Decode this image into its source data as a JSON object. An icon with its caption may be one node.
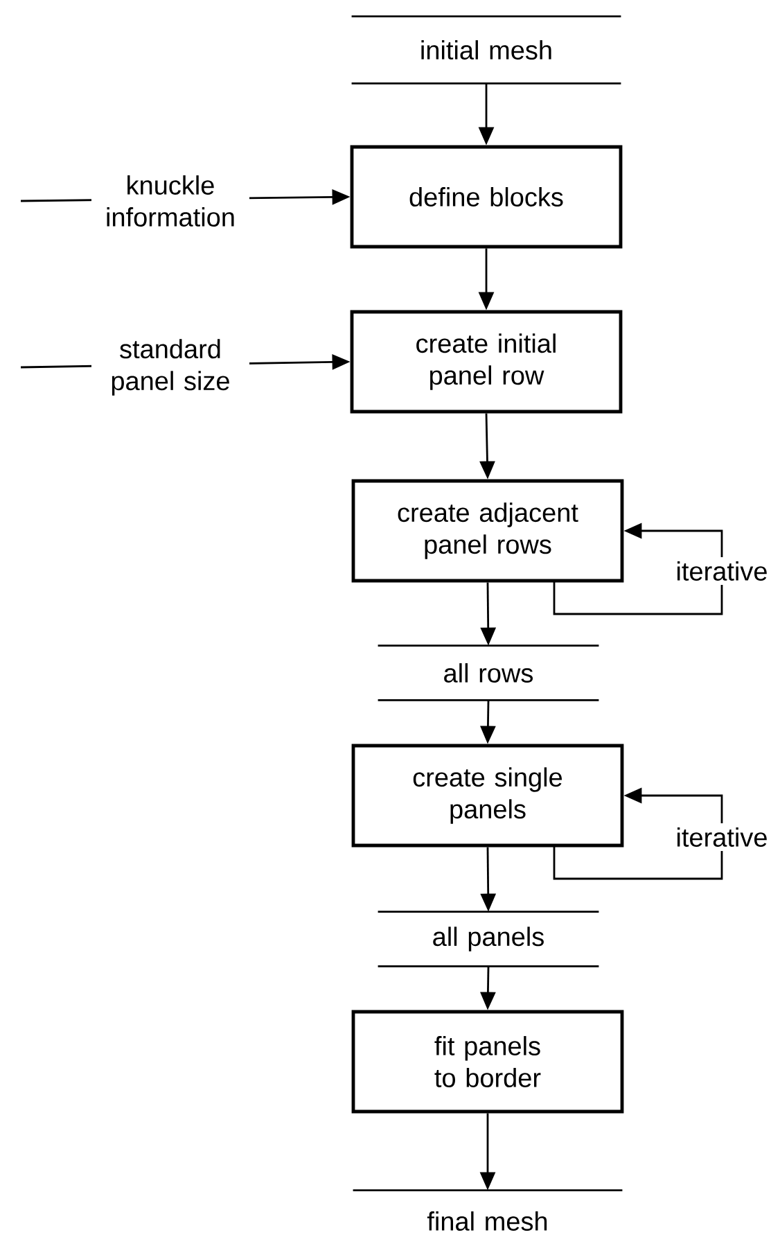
{
  "diagram": {
    "nodes": [
      {
        "text": [
          "initial mesh"
        ]
      },
      {
        "text": [
          "define blocks"
        ]
      },
      {
        "text": [
          "create initial panel row"
        ]
      },
      {
        "text": [
          "create adjacent panel rows"
        ]
      },
      {
        "text": [
          "all rows"
        ]
      },
      {
        "text": [
          "create single panels"
        ]
      },
      {
        "text": [
          "all panels"
        ]
      },
      {
        "text": [
          "fit panels to border"
        ]
      },
      {
        "text": [
          "final mesh"
        ]
      }
    ],
    "edges": [
      {
        "from": 0,
        "to": 1,
        "arrow": "to"
      },
      {
        "from": null,
        "to": 1,
        "arrow": "to",
        "label": "knuckle information"
      },
      {
        "from": 1,
        "to": 2,
        "arrow": "to"
      },
      {
        "from": null,
        "to": 2,
        "arrow": "to",
        "label": "standard panel size"
      },
      {
        "from": 2,
        "to": 3,
        "arrow": "to"
      },
      {
        "from": 3,
        "to": 3,
        "arrow": "to",
        "label": "iterative"
      },
      {
        "from": 3,
        "to": 4,
        "arrow": "to"
      },
      {
        "from": 4,
        "to": 5,
        "arrow": "to"
      },
      {
        "from": 5,
        "to": 5,
        "arrow": "to",
        "label": "iterative"
      },
      {
        "from": 5,
        "to": 6,
        "arrow": "to"
      },
      {
        "from": 6,
        "to": 7,
        "arrow": "to"
      },
      {
        "from": 7,
        "to": 8,
        "arrow": "to"
      }
    ]
  }
}
